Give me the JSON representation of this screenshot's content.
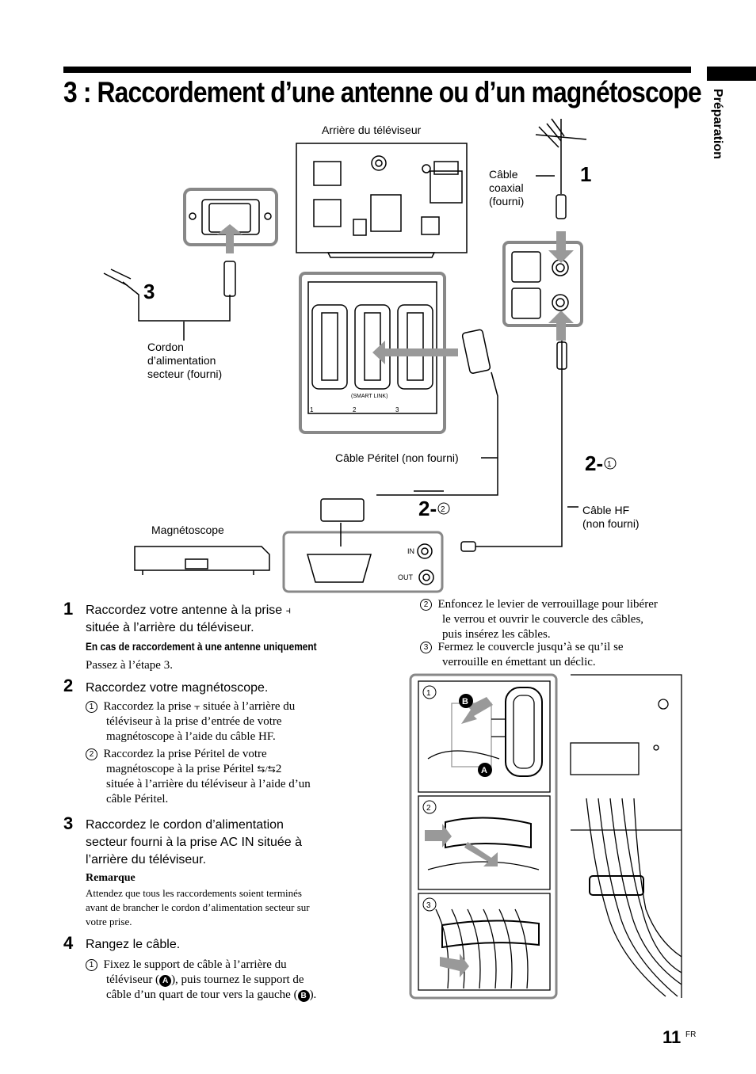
{
  "header": {
    "title": "3 : Raccordement d’une antenne ou d’un magnétoscope",
    "side_tab": "Préparation"
  },
  "diagram": {
    "tv_back_label": "Arrière du téléviseur",
    "coax_label": [
      "Câble",
      "coaxial",
      "(fourni)"
    ],
    "power_cord_label": [
      "Cordon",
      "d’alimentation",
      "secteur (fourni)"
    ],
    "scart_cable_label": "Câble Péritel (non fourni)",
    "rf_cable_label": [
      "Câble HF",
      "(non fourni)"
    ],
    "vcr_label": "Magnétoscope",
    "smart_link": "(SMART LINK)",
    "in_label": "IN",
    "out_label": "OUT",
    "step1": "1",
    "step3": "3",
    "step2_1": "2-",
    "step2_1_sub": "1",
    "step2_2": "2-",
    "step2_2_sub": "2",
    "scart_numbers": [
      "1",
      "2",
      "3"
    ],
    "photo_steps": [
      "1",
      "2",
      "3"
    ],
    "photo_marks": [
      "B",
      "A"
    ]
  },
  "steps": {
    "s1": {
      "num": "1",
      "text1": "Raccordez votre antenne à la prise",
      "text2": "située à l’arrière du téléviseur.",
      "subhead": "En cas de raccordement à une antenne uniquement",
      "subtext": "Passez à l’étape 3."
    },
    "s2": {
      "num": "2",
      "text": "Raccordez votre magnétoscope.",
      "i1_a": "Raccordez la prise",
      "i1_b": "située à l’arrière du",
      "i1_c": "téléviseur à la prise d’entrée de votre",
      "i1_d": "magnétoscope à l’aide du câble HF.",
      "i2_a": "Raccordez la prise Péritel de votre",
      "i2_b": "magnétoscope à la prise Péritel",
      "i2_b2": "2",
      "i2_c": "située à l’arrière du téléviseur à l’aide d’un",
      "i2_d": "câble Péritel."
    },
    "s3": {
      "num": "3",
      "text1": "Raccordez le cordon d’alimentation",
      "text2": "secteur fourni à la prise AC IN située à",
      "text3": "l’arrière du téléviseur.",
      "note_head": "Remarque",
      "note1": "Attendez que tous les raccordements soient terminés",
      "note2": "avant de brancher le cordon d’alimentation secteur sur",
      "note3": "votre prise."
    },
    "s4": {
      "num": "4",
      "text": "Rangez le câble.",
      "i1_a": "Fixez le support de câble à l’arrière du",
      "i1_b1": "téléviseur (",
      "i1_b2": "), puis tournez le support de",
      "i1_c1": "câble d’un quart de tour vers la gauche (",
      "i1_c2": ")."
    },
    "right": {
      "i2_a": "Enfoncez le levier de verrouillage pour libérer",
      "i2_b": "le verrou et ouvrir le couvercle des câbles,",
      "i2_c": "puis insérez les câbles.",
      "i3_a": "Fermez le couvercle jusqu’à se qu’il se",
      "i3_b": "verrouille en émettant un déclic."
    }
  },
  "markers": {
    "one": "1",
    "two": "2",
    "three": "3",
    "A": "A",
    "B": "B"
  },
  "footer": {
    "page": "11",
    "lang": "FR"
  }
}
